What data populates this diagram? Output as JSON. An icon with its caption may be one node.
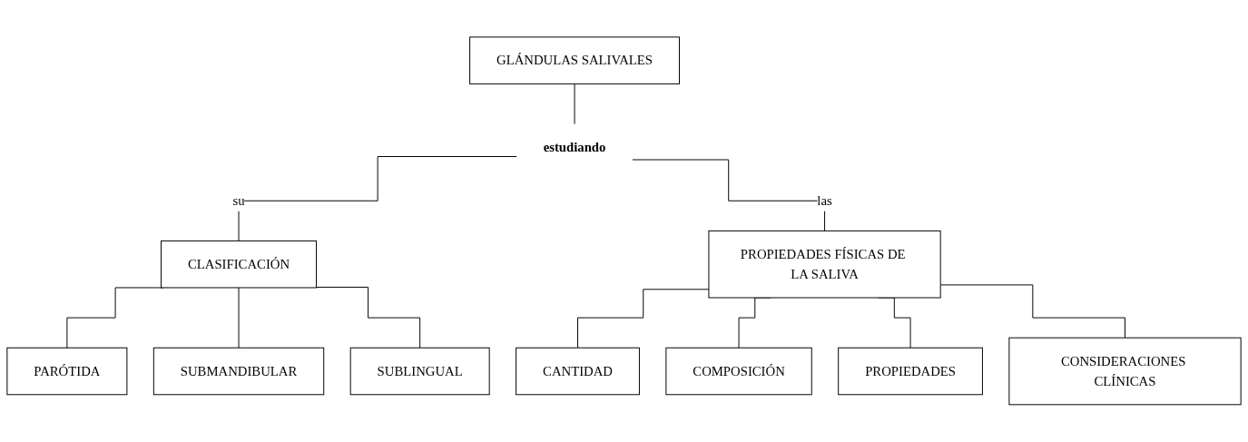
{
  "diagram": {
    "nodes": [
      {
        "text": [
          "GLÁNDULAS SALIVALES"
        ]
      },
      {
        "text": [
          "estudiando"
        ]
      },
      {
        "text": [
          "CLASIFICACIÓN"
        ]
      },
      {
        "text": [
          "PROPIEDADES FÍSICAS DE LA SALIVA"
        ]
      },
      {
        "text": [
          "PARÓTIDA"
        ]
      },
      {
        "text": [
          "SUBMANDIBULAR"
        ]
      },
      {
        "text": [
          "SUBLINGUAL"
        ]
      },
      {
        "text": [
          "CANTIDAD"
        ]
      },
      {
        "text": [
          "COMPOSICIÓN"
        ]
      },
      {
        "text": [
          "PROPIEDADES"
        ]
      },
      {
        "text": [
          "CONSIDERACIONES CLÍNICAS"
        ]
      }
    ],
    "edges": [
      {
        "from": 0,
        "to": 1,
        "arrow": "none"
      },
      {
        "from": 1,
        "to": 2,
        "arrow": "none",
        "label": "su"
      },
      {
        "from": 1,
        "to": 3,
        "arrow": "none",
        "label": "las"
      },
      {
        "from": 2,
        "to": 4,
        "arrow": "none"
      },
      {
        "from": 2,
        "to": 5,
        "arrow": "none"
      },
      {
        "from": 2,
        "to": 6,
        "arrow": "none"
      },
      {
        "from": 3,
        "to": 7,
        "arrow": "none"
      },
      {
        "from": 3,
        "to": 8,
        "arrow": "none"
      },
      {
        "from": 3,
        "to": 9,
        "arrow": "none"
      },
      {
        "from": 3,
        "to": 10,
        "arrow": "none"
      }
    ]
  }
}
